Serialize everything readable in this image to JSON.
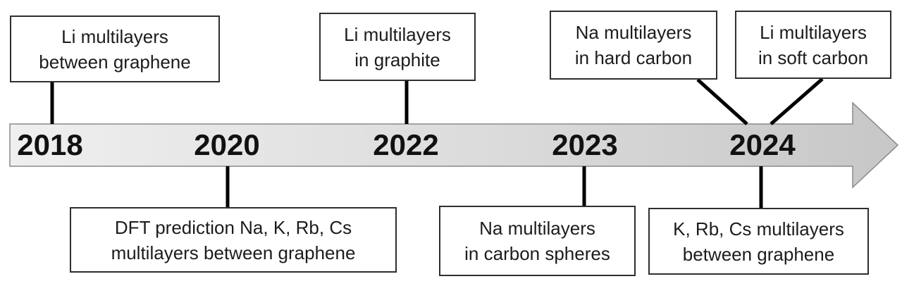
{
  "figure": {
    "type": "timeline",
    "description": "Research timeline of alkali-metal multilayers in carbon materials",
    "colors": {
      "background": "#ffffff",
      "arrow_fill_left": "#ededed",
      "arrow_fill_mid": "#dcdcdc",
      "arrow_fill_right": "#c7c7c7",
      "arrow_border": "#8a8a8a",
      "box_border": "#2f2f2f",
      "connector": "#000000",
      "text": "#1c1c1c"
    },
    "years": [
      {
        "label": "2018"
      },
      {
        "label": "2020"
      },
      {
        "label": "2022"
      },
      {
        "label": "2023"
      },
      {
        "label": "2024"
      }
    ],
    "events_above": [
      {
        "year": "2018",
        "text": "Li multilayers\nbetween graphene"
      },
      {
        "year": "2022",
        "text": "Li multilayers\nin graphite"
      },
      {
        "year": "2024",
        "text": "Na multilayers\nin hard carbon"
      },
      {
        "year": "2024",
        "text": "Li multilayers\nin soft carbon"
      }
    ],
    "events_below": [
      {
        "year": "2020",
        "text": "DFT prediction Na, K, Rb, Cs\nmultilayers between graphene"
      },
      {
        "year": "2023",
        "text": "Na multilayers\nin carbon spheres"
      },
      {
        "year": "2024",
        "text": "K, Rb, Cs multilayers\nbetween graphene"
      }
    ]
  }
}
